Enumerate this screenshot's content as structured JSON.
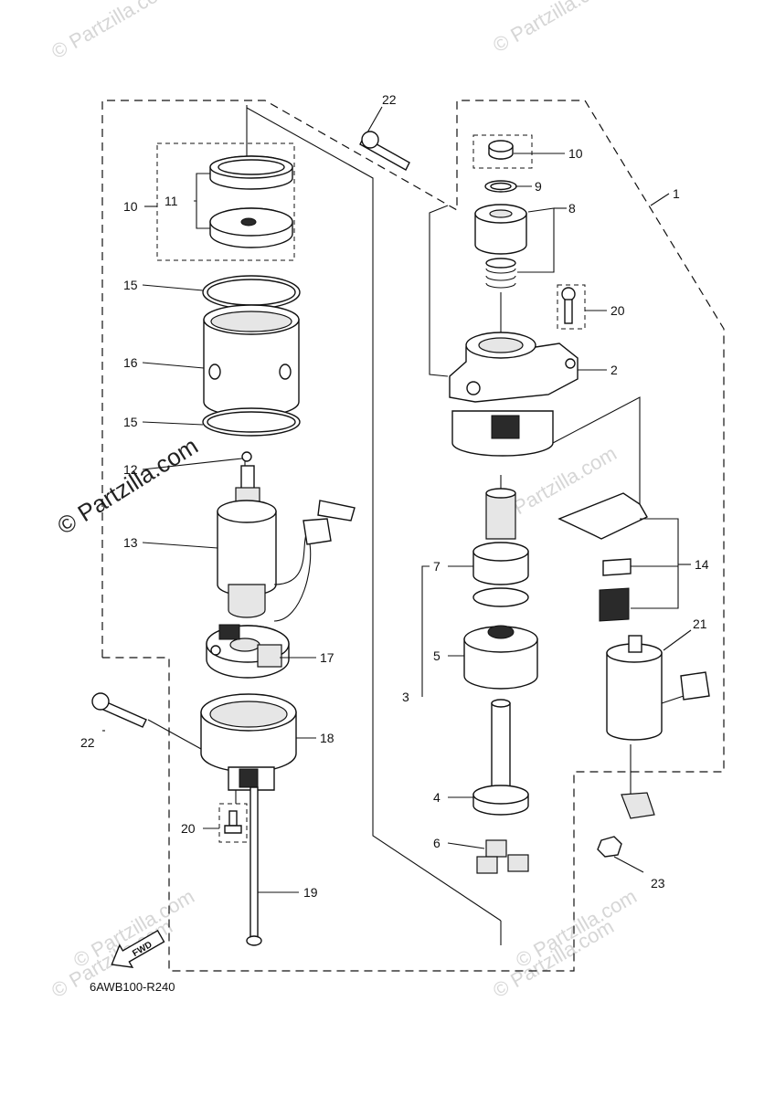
{
  "watermarks": [
    "© Partzilla.com",
    "© Partzilla.com",
    "© Partzilla.com",
    "© Partzilla.com",
    "© Partzilla.com",
    "© Partzilla.com",
    "© Partzilla.com",
    "© Partzilla.com"
  ],
  "callouts": {
    "c1": "1",
    "c2": "2",
    "c3": "3",
    "c4": "4",
    "c5": "5",
    "c6": "6",
    "c7": "7",
    "c8": "8",
    "c9": "9",
    "c10a": "10",
    "c10b": "10",
    "c11": "11",
    "c12": "12",
    "c13": "13",
    "c14": "14",
    "c15a": "15",
    "c15b": "15",
    "c16": "16",
    "c17": "17",
    "c18": "18",
    "c19": "19",
    "c20a": "20",
    "c20b": "20",
    "c21": "21",
    "c22a": "22",
    "c22b": "22",
    "c23": "23"
  },
  "fwd_label": "FWD",
  "diagram_code": "6AWB100-R240"
}
